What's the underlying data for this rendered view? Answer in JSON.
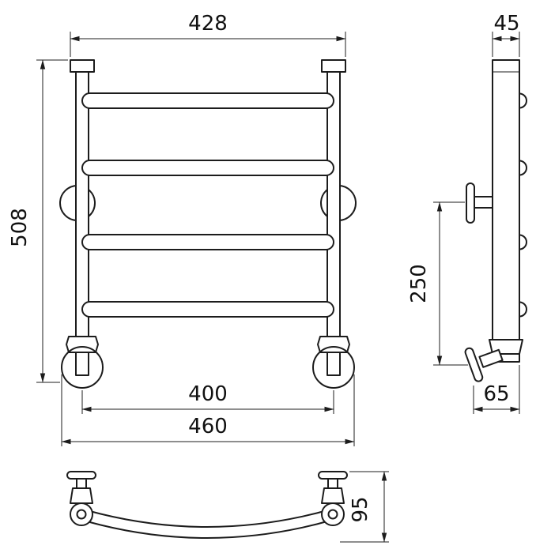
{
  "drawing": {
    "labels": {
      "front_top_width": "428",
      "front_height": "508",
      "front_inner_width": "400",
      "front_outer_width": "460",
      "side_depth": "45",
      "side_bracket_spacing": "250",
      "side_bottom_offset": "65",
      "bottom_profile_depth": "95"
    }
  }
}
